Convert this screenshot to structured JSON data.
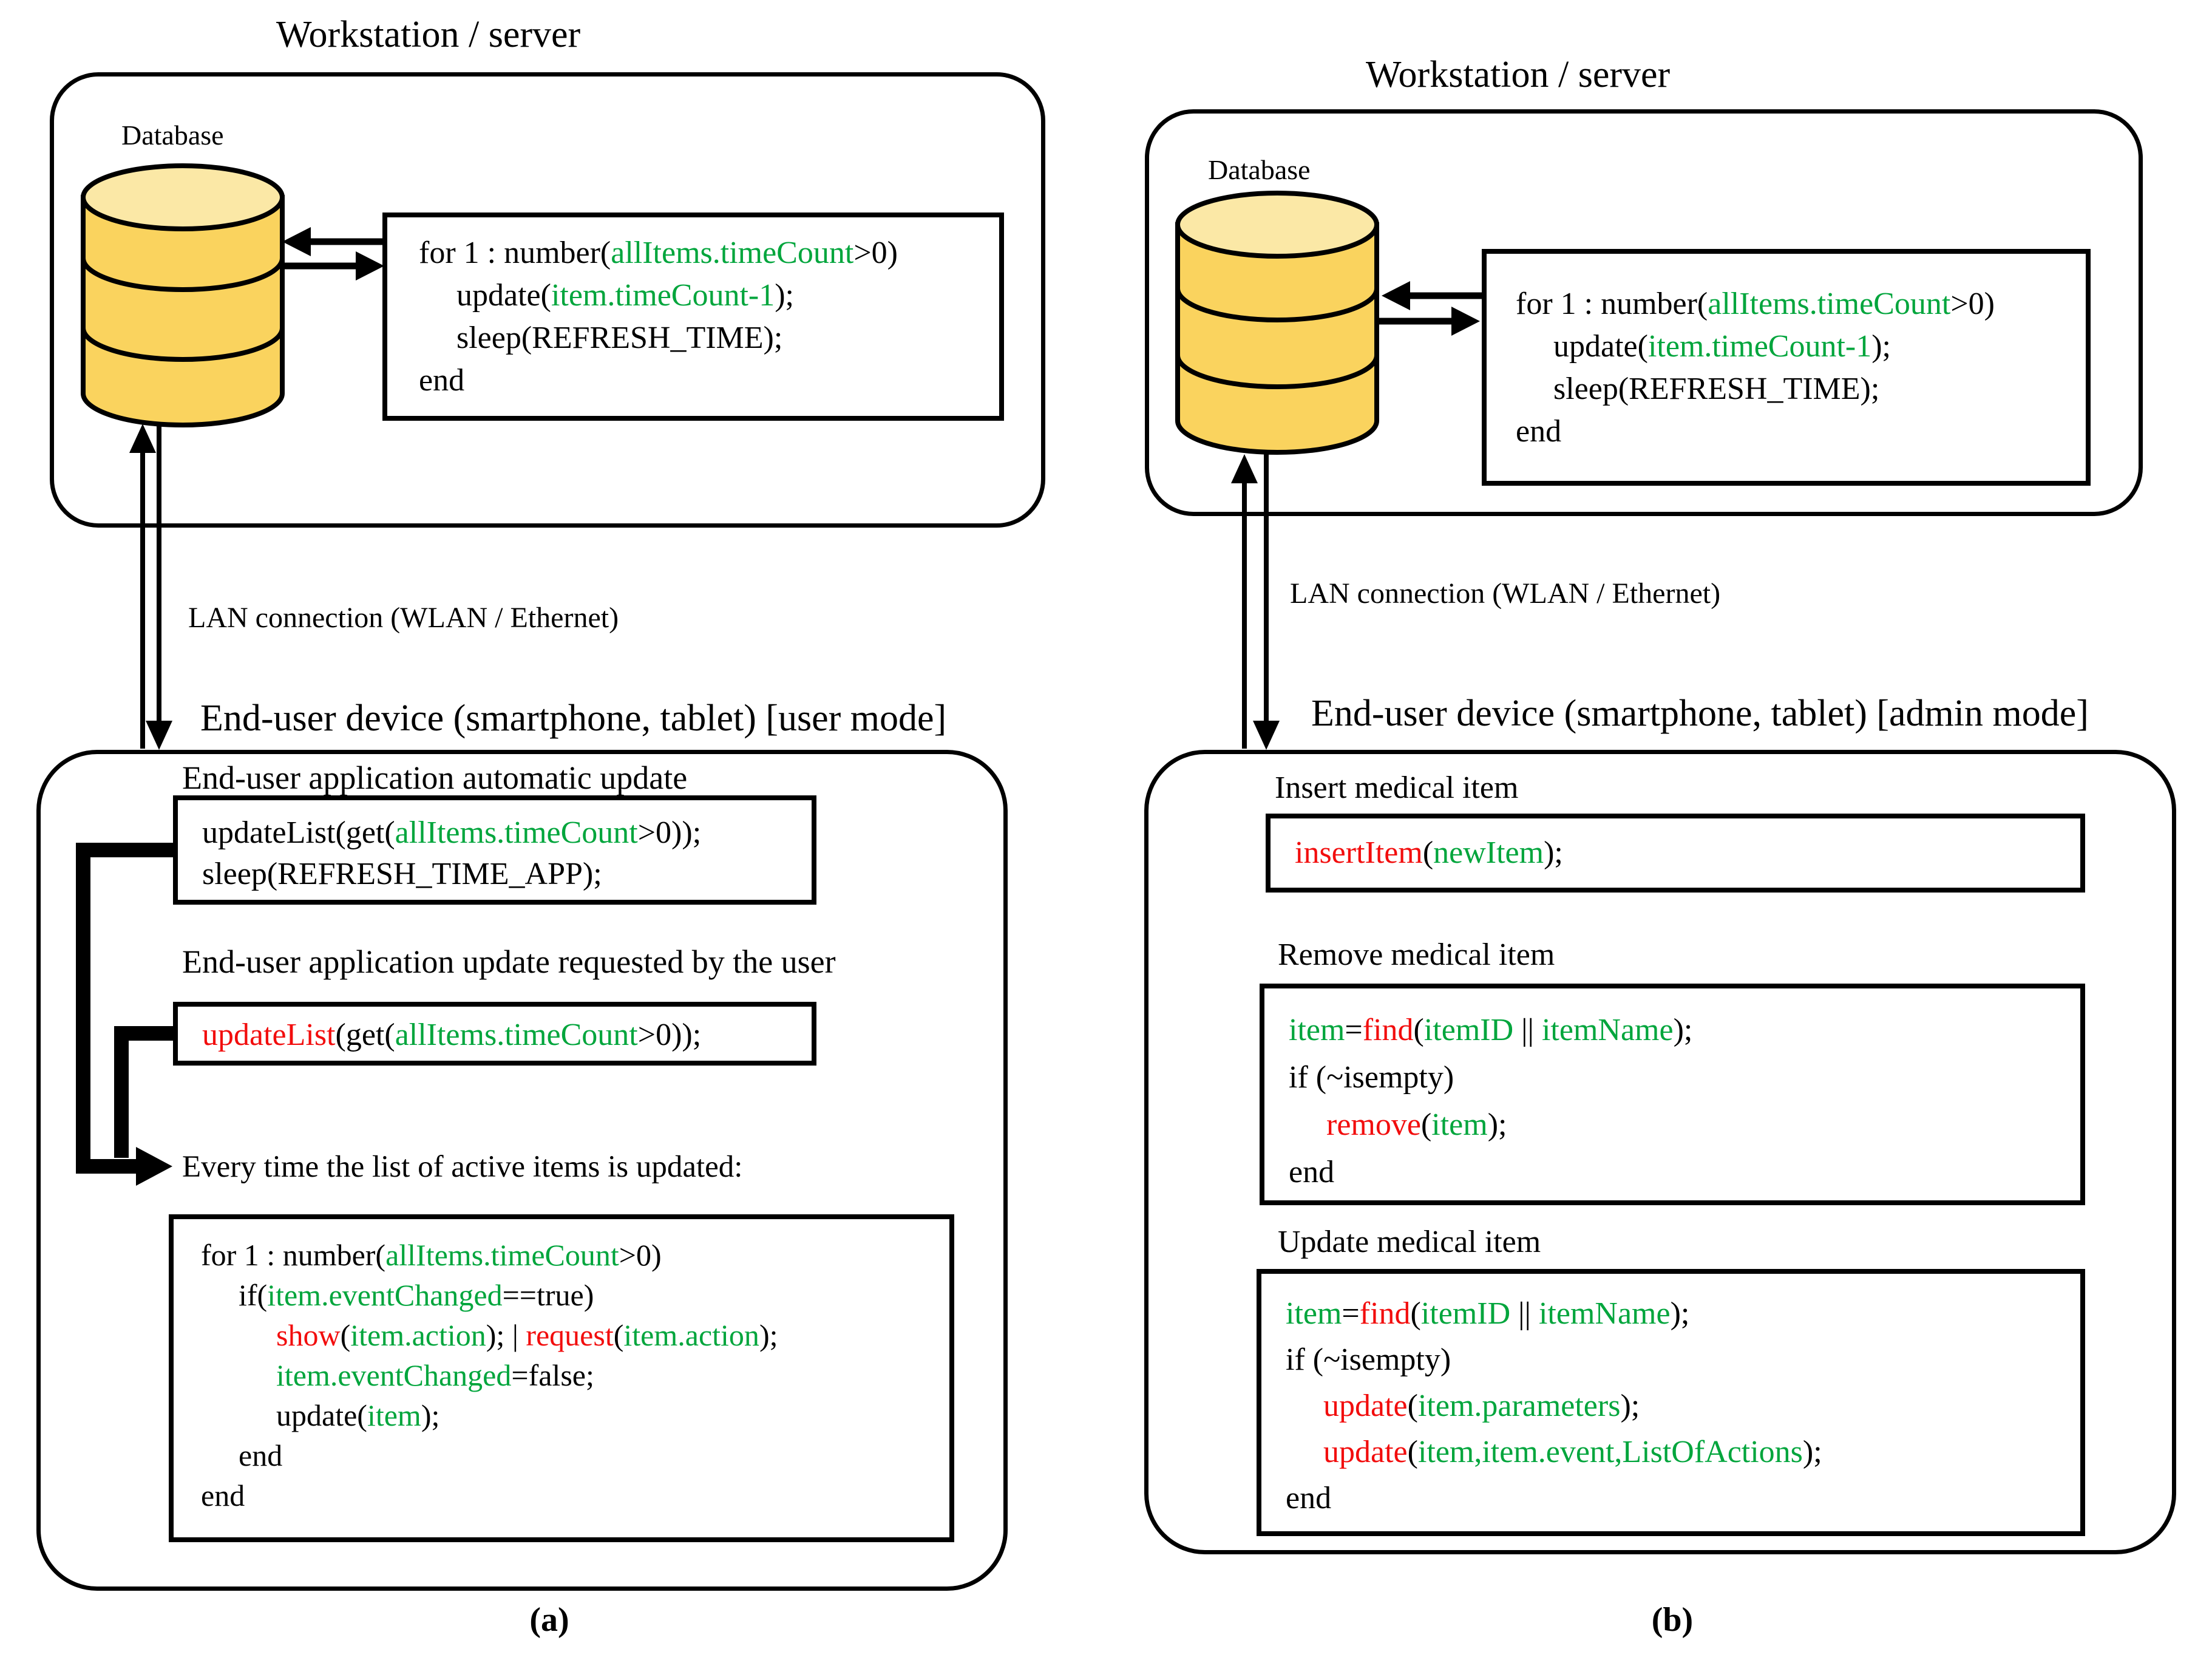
{
  "colors": {
    "code_green": "#00A53C",
    "code_red": "#F20D0D",
    "cylinder_body": "#FAD35E",
    "cylinder_top": "#FBE8A6",
    "line_black": "#000000"
  },
  "panel_a": {
    "workstation_title": "Workstation / server",
    "database_label": "Database",
    "server_code": {
      "lines": [
        {
          "ind": 0,
          "seg": [
            {
              "t": "for 1 : number(",
              "c": "k"
            },
            {
              "t": "allItems.timeCount",
              "c": "g"
            },
            {
              "t": ">0)",
              "c": "k"
            }
          ]
        },
        {
          "ind": 1,
          "seg": [
            {
              "t": "update(",
              "c": "k"
            },
            {
              "t": "item.timeCount-1",
              "c": "g"
            },
            {
              "t": ");",
              "c": "k"
            }
          ]
        },
        {
          "ind": 1,
          "seg": [
            {
              "t": "sleep(REFRESH_TIME);",
              "c": "k"
            }
          ]
        },
        {
          "ind": 0,
          "seg": [
            {
              "t": "end",
              "c": "k"
            }
          ]
        }
      ]
    },
    "lan_label": "LAN connection (WLAN / Ethernet)",
    "device_heading": "End-user device (smartphone, tablet) [user mode]",
    "auto_update_heading": "End-user application automatic update",
    "auto_update_code": {
      "lines": [
        {
          "ind": 0,
          "seg": [
            {
              "t": "updateList(get(",
              "c": "k"
            },
            {
              "t": "allItems.timeCount",
              "c": "g"
            },
            {
              "t": ">0));",
              "c": "k"
            }
          ]
        },
        {
          "ind": 0,
          "seg": [
            {
              "t": "sleep(REFRESH_TIME_APP);",
              "c": "k"
            }
          ]
        }
      ]
    },
    "request_heading": "End-user application update requested by the user",
    "request_code": {
      "lines": [
        {
          "ind": 0,
          "seg": [
            {
              "t": "updateList",
              "c": "r"
            },
            {
              "t": "(get(",
              "c": "k"
            },
            {
              "t": "allItems.timeCount",
              "c": "g"
            },
            {
              "t": ">0));",
              "c": "k"
            }
          ]
        }
      ]
    },
    "every_time_text": "Every time the list of active items is updated:",
    "list_update_code": {
      "lines": [
        {
          "ind": 0,
          "seg": [
            {
              "t": "for 1 : number(",
              "c": "k"
            },
            {
              "t": "allItems.timeCount",
              "c": "g"
            },
            {
              "t": ">0)",
              "c": "k"
            }
          ]
        },
        {
          "ind": 1,
          "seg": [
            {
              "t": "if(",
              "c": "k"
            },
            {
              "t": "item.eventChanged",
              "c": "g"
            },
            {
              "t": "==true)",
              "c": "k"
            }
          ]
        },
        {
          "ind": 2,
          "seg": [
            {
              "t": "show",
              "c": "r"
            },
            {
              "t": "(",
              "c": "k"
            },
            {
              "t": "item.action",
              "c": "g"
            },
            {
              "t": "); | ",
              "c": "k"
            },
            {
              "t": "request",
              "c": "r"
            },
            {
              "t": "(",
              "c": "k"
            },
            {
              "t": "item.action",
              "c": "g"
            },
            {
              "t": ");",
              "c": "k"
            }
          ]
        },
        {
          "ind": 2,
          "seg": [
            {
              "t": "item.eventChanged",
              "c": "g"
            },
            {
              "t": "=false;",
              "c": "k"
            }
          ]
        },
        {
          "ind": 2,
          "seg": [
            {
              "t": "update(",
              "c": "k"
            },
            {
              "t": "item",
              "c": "g"
            },
            {
              "t": ");",
              "c": "k"
            }
          ]
        },
        {
          "ind": 1,
          "seg": [
            {
              "t": "end",
              "c": "k"
            }
          ]
        },
        {
          "ind": 0,
          "seg": [
            {
              "t": "end",
              "c": "k"
            }
          ]
        }
      ]
    },
    "caption": "(a)"
  },
  "panel_b": {
    "workstation_title": "Workstation / server",
    "database_label": "Database",
    "server_code": {
      "lines": [
        {
          "ind": 0,
          "seg": [
            {
              "t": "for 1 : number(",
              "c": "k"
            },
            {
              "t": "allItems.timeCount",
              "c": "g"
            },
            {
              "t": ">0)",
              "c": "k"
            }
          ]
        },
        {
          "ind": 1,
          "seg": [
            {
              "t": "update(",
              "c": "k"
            },
            {
              "t": "item.timeCount-1",
              "c": "g"
            },
            {
              "t": ");",
              "c": "k"
            }
          ]
        },
        {
          "ind": 1,
          "seg": [
            {
              "t": "sleep(REFRESH_TIME);",
              "c": "k"
            }
          ]
        },
        {
          "ind": 0,
          "seg": [
            {
              "t": "end",
              "c": "k"
            }
          ]
        }
      ]
    },
    "lan_label": "LAN connection (WLAN / Ethernet)",
    "device_heading": "End-user device (smartphone, tablet) [admin mode]",
    "insert_heading": "Insert medical item",
    "insert_code": {
      "lines": [
        {
          "ind": 0,
          "seg": [
            {
              "t": "insertItem",
              "c": "r"
            },
            {
              "t": "(",
              "c": "k"
            },
            {
              "t": "newItem",
              "c": "g"
            },
            {
              "t": ");",
              "c": "k"
            }
          ]
        }
      ]
    },
    "remove_heading": "Remove medical item",
    "remove_code": {
      "lines": [
        {
          "ind": 0,
          "seg": [
            {
              "t": "item",
              "c": "g"
            },
            {
              "t": "=",
              "c": "k"
            },
            {
              "t": "find",
              "c": "r"
            },
            {
              "t": "(",
              "c": "k"
            },
            {
              "t": "itemID",
              "c": "g"
            },
            {
              "t": " || ",
              "c": "k"
            },
            {
              "t": "itemName",
              "c": "g"
            },
            {
              "t": ");",
              "c": "k"
            }
          ]
        },
        {
          "ind": 0,
          "seg": [
            {
              "t": "if (~isempty)",
              "c": "k"
            }
          ]
        },
        {
          "ind": 1,
          "seg": [
            {
              "t": "remove",
              "c": "r"
            },
            {
              "t": "(",
              "c": "k"
            },
            {
              "t": "item",
              "c": "g"
            },
            {
              "t": ");",
              "c": "k"
            }
          ]
        },
        {
          "ind": 0,
          "seg": [
            {
              "t": "end",
              "c": "k"
            }
          ]
        }
      ]
    },
    "update_heading": "Update medical item",
    "update_code": {
      "lines": [
        {
          "ind": 0,
          "seg": [
            {
              "t": "item",
              "c": "g"
            },
            {
              "t": "=",
              "c": "k"
            },
            {
              "t": "find",
              "c": "r"
            },
            {
              "t": "(",
              "c": "k"
            },
            {
              "t": "itemID",
              "c": "g"
            },
            {
              "t": " || ",
              "c": "k"
            },
            {
              "t": "itemName",
              "c": "g"
            },
            {
              "t": ");",
              "c": "k"
            }
          ]
        },
        {
          "ind": 0,
          "seg": [
            {
              "t": "if (~isempty)",
              "c": "k"
            }
          ]
        },
        {
          "ind": 1,
          "seg": [
            {
              "t": "update",
              "c": "r"
            },
            {
              "t": "(",
              "c": "k"
            },
            {
              "t": "item.parameters",
              "c": "g"
            },
            {
              "t": ");",
              "c": "k"
            }
          ]
        },
        {
          "ind": 1,
          "seg": [
            {
              "t": "update",
              "c": "r"
            },
            {
              "t": "(",
              "c": "k"
            },
            {
              "t": "item,item.event,ListOfActions",
              "c": "g"
            },
            {
              "t": ");",
              "c": "k"
            }
          ]
        },
        {
          "ind": 0,
          "seg": [
            {
              "t": "end",
              "c": "k"
            }
          ]
        }
      ]
    },
    "caption": "(b)"
  }
}
